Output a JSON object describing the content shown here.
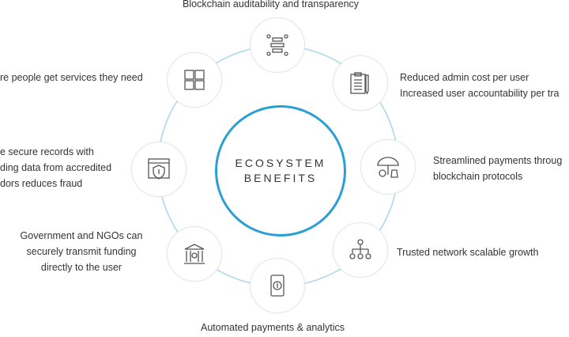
{
  "center": {
    "line1": "ECOSYSTEM",
    "line2": "BENEFITS"
  },
  "colors": {
    "accent": "#2a9fd6",
    "ring": "#a9d6ec"
  },
  "benefits": [
    {
      "icon": "blockchain-network-icon",
      "lines": [
        "Blockchain auditability and transparency"
      ]
    },
    {
      "icon": "clipboard-pen-icon",
      "lines": [
        "Reduced admin cost per user",
        "Increased user accountability per tra"
      ]
    },
    {
      "icon": "umbrella-money-icon",
      "lines": [
        "Streamlined payments throug",
        "blockchain protocols"
      ]
    },
    {
      "icon": "hierarchy-network-icon",
      "lines": [
        "Trusted network scalable growth"
      ]
    },
    {
      "icon": "mobile-payment-icon",
      "lines": [
        "Automated payments & analytics"
      ]
    },
    {
      "icon": "bank-building-icon",
      "lines": [
        "Government and NGOs can",
        "securely transmit funding",
        "directly to the user"
      ]
    },
    {
      "icon": "shield-dollar-icon",
      "lines": [
        "e secure records with",
        "ding data from accredited",
        "dors reduces fraud"
      ]
    },
    {
      "icon": "puzzle-people-icon",
      "lines": [
        "re people get services they need"
      ]
    }
  ]
}
